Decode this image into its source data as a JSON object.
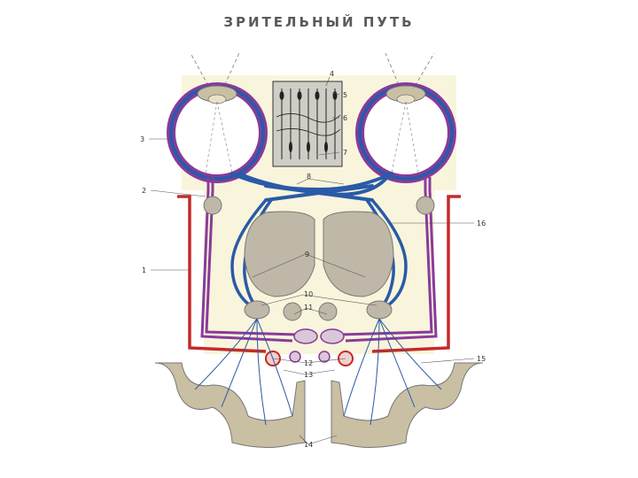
{
  "title": "ЗРИТЕЛЬНЫЙ ПУТЬ",
  "labels": [
    "1",
    "2",
    "3",
    "4",
    "5",
    "6",
    "7",
    "8",
    "9",
    "10",
    "11",
    "12",
    "13",
    "14",
    "15",
    "16"
  ],
  "colors": {
    "background": "#ffffff",
    "panel": "#f8f5dc",
    "optic_blue": "#2a5aa8",
    "purple": "#8a3a9a",
    "red": "#c42a2a",
    "gray_matter": "#bfb8a8",
    "cortex": "#c9bfa3"
  },
  "icons": [
    "eye-icon",
    "retina-inset-icon",
    "brain-cortex-icon"
  ]
}
